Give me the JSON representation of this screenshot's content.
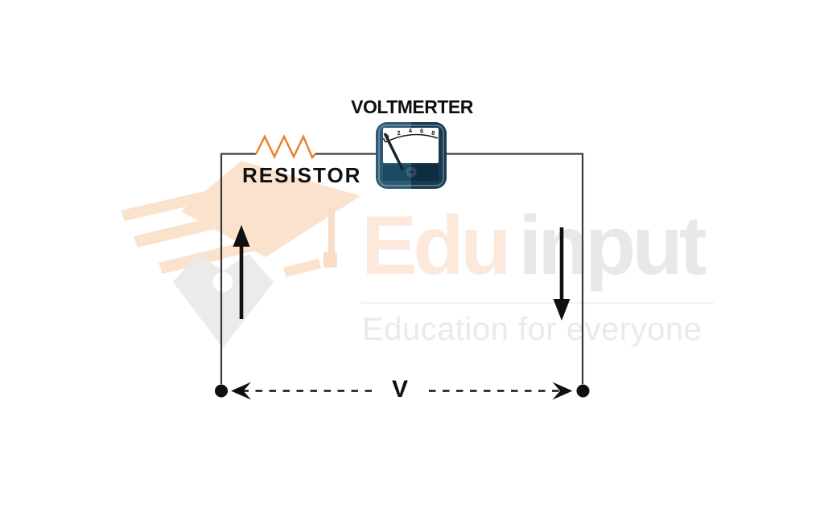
{
  "diagram": {
    "voltmeter_label": "VOLTMERTER",
    "resistor_label": "RESISTOR",
    "voltage_label": "V",
    "voltmeter_scale": [
      "0",
      "2",
      "4",
      "6",
      "8"
    ]
  },
  "watermark": {
    "brand_primary": "Edu",
    "brand_secondary": "input",
    "tagline": "Education for everyone"
  },
  "colors": {
    "wire": "#3a3a3a",
    "resistor": "#e8832a",
    "ink": "#101010",
    "meter_body_left": "#2c5a73",
    "meter_body_right": "#163a50",
    "meter_band_left": "#1d4a63",
    "meter_band_right": "#0f2d40",
    "meter_face": "#ffffff",
    "watermark_peach": "#fbe2cd",
    "watermark_peach_text": "#fce9dc",
    "watermark_gray": "#e8e8e8",
    "watermark_gray_light": "#eaeaea",
    "watermark_separator": "#f2f2f2",
    "nib_gray": "#ebebeb"
  }
}
